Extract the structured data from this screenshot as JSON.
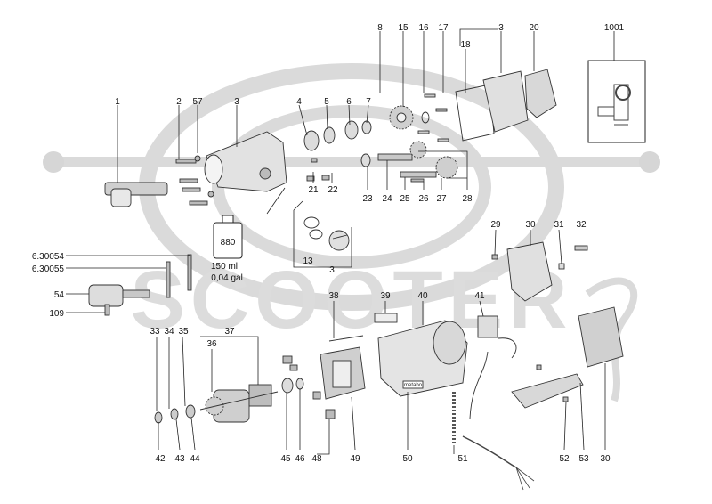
{
  "watermark": {
    "text": "SCOOTER"
  },
  "bottle": {
    "label": "880",
    "volume_ml": "150 ml",
    "volume_gal": "0,04 gal"
  },
  "stamps": {
    "brand": "metabo"
  },
  "inset": {
    "label": "1001"
  },
  "labels": {
    "p1": "1",
    "p2": "2",
    "p57": "57",
    "p3a": "3",
    "p4": "4",
    "p5": "5",
    "p6": "6",
    "p7": "7",
    "p8": "8",
    "p15": "15",
    "p16": "16",
    "p17": "17",
    "p18": "18",
    "p3b": "3",
    "p20": "20",
    "p21": "21",
    "p22": "22",
    "p23": "23",
    "p24": "24",
    "p25": "25",
    "p26": "26",
    "p27": "27",
    "p28": "28",
    "p13": "13",
    "p3c": "3",
    "p6_30054": "6.30054",
    "p6_30055": "6.30055",
    "p54": "54",
    "p109": "109",
    "p29": "29",
    "p30a": "30",
    "p31": "31",
    "p32": "32",
    "p33": "33",
    "p34": "34",
    "p35": "35",
    "p37": "37",
    "p36": "36",
    "p38": "38",
    "p39": "39",
    "p40": "40",
    "p41": "41",
    "p42": "42",
    "p43": "43",
    "p44": "44",
    "p45": "45",
    "p46": "46",
    "p48": "48",
    "p49": "49",
    "p50": "50",
    "p51": "51",
    "p52": "52",
    "p53": "53",
    "p30b": "30"
  }
}
